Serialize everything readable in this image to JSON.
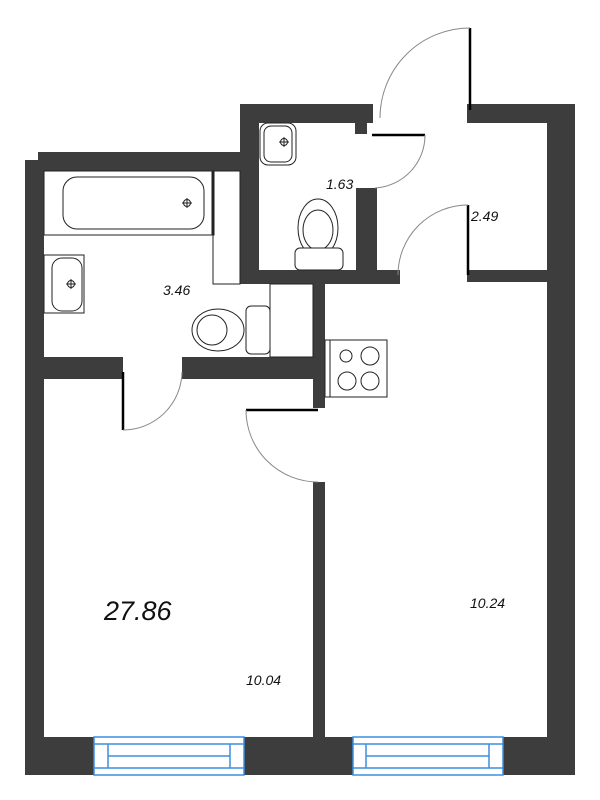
{
  "floor_plan": {
    "total_area": "27.86",
    "rooms": [
      {
        "id": "bathroom",
        "area": "3.46"
      },
      {
        "id": "toilet",
        "area": "1.63"
      },
      {
        "id": "hallway",
        "area": "2.49"
      },
      {
        "id": "living-room",
        "area": "10.04"
      },
      {
        "id": "kitchen",
        "area": "10.24"
      }
    ],
    "colors": {
      "wall": "#3d3d3d",
      "window": "#3b8fe0",
      "door_arc": "#888888",
      "background": "#ffffff"
    }
  }
}
